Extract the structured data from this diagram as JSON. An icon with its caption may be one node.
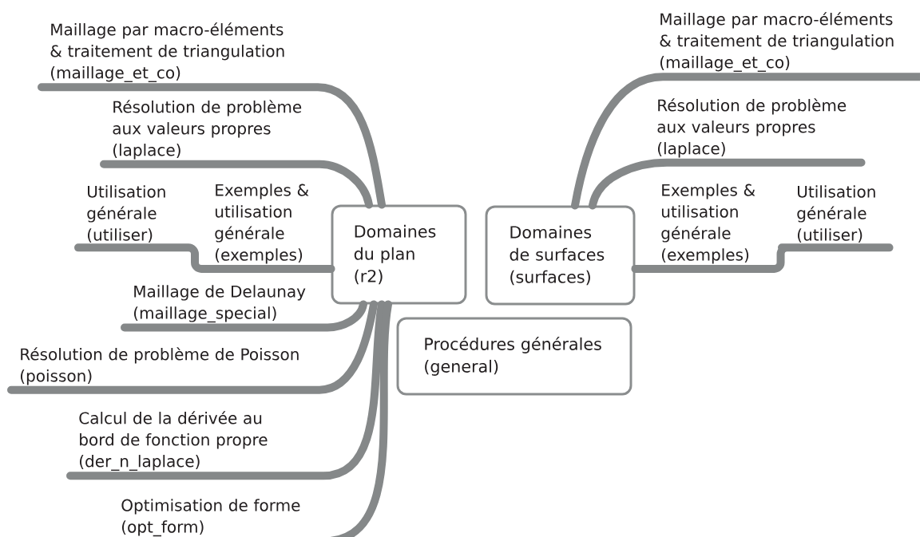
{
  "diagram": {
    "nodes": [
      {
        "text": [
          "Domaines du plan (r2)"
        ]
      },
      {
        "text": [
          "Domaines de surfaces (surfaces)"
        ]
      },
      {
        "text": [
          "Procédures générales (general)"
        ]
      },
      {
        "text": [
          "Maillage par macro-éléments & traitement de triangulation (maillage_et_co)"
        ]
      },
      {
        "text": [
          "Résolution de problème aux valeurs propres (laplace)"
        ]
      },
      {
        "text": [
          "Exemples & utilisation générale (exemples)"
        ]
      },
      {
        "text": [
          "Utilisation générale (utiliser)"
        ]
      },
      {
        "text": [
          "Maillage de Delaunay (maillage_special)"
        ]
      },
      {
        "text": [
          "Résolution de problème de Poisson (poisson)"
        ]
      },
      {
        "text": [
          "Calcul de la dérivée au bord de fonction propre (der_n_laplace)"
        ]
      },
      {
        "text": [
          "Optimisation de forme (opt_form)"
        ]
      },
      {
        "text": [
          "Maillage par macro-éléments & traitement de triangulation (maillage_et_co)"
        ]
      },
      {
        "text": [
          "Résolution de problème aux valeurs propres (laplace)"
        ]
      },
      {
        "text": [
          "Exemples & utilisation générale (exemples)"
        ]
      },
      {
        "text": [
          "Utilisation générale (utiliser)"
        ]
      }
    ],
    "edges": [
      {
        "from": 0,
        "to": 3,
        "arrow": "none"
      },
      {
        "from": 0,
        "to": 4,
        "arrow": "none"
      },
      {
        "from": 0,
        "to": 5,
        "arrow": "none"
      },
      {
        "from": 5,
        "to": 6,
        "arrow": "none"
      },
      {
        "from": 0,
        "to": 7,
        "arrow": "none"
      },
      {
        "from": 0,
        "to": 8,
        "arrow": "none"
      },
      {
        "from": 0,
        "to": 9,
        "arrow": "none"
      },
      {
        "from": 0,
        "to": 10,
        "arrow": "none"
      },
      {
        "from": 1,
        "to": 11,
        "arrow": "none"
      },
      {
        "from": 1,
        "to": 12,
        "arrow": "none"
      },
      {
        "from": 1,
        "to": 13,
        "arrow": "none"
      },
      {
        "from": 13,
        "to": 14,
        "arrow": "none"
      }
    ]
  }
}
